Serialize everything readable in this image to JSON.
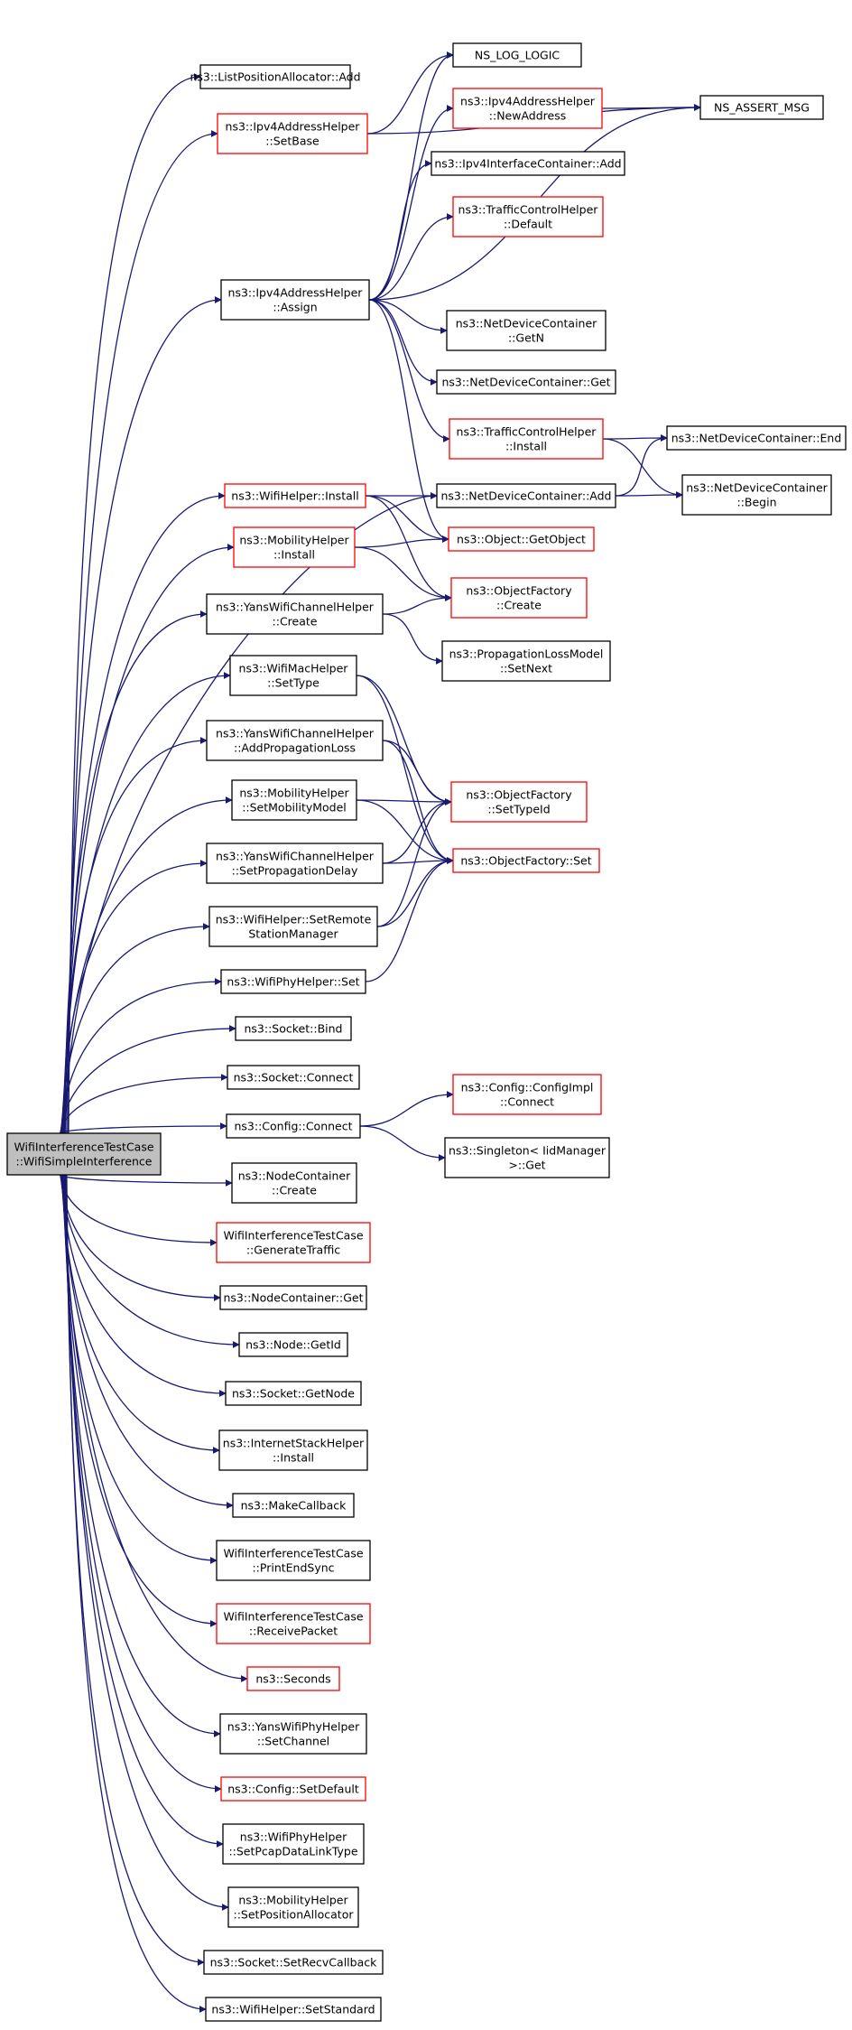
{
  "colors": {
    "edge": "#191970",
    "node_fill": "#ffffff",
    "node_border": "#000000",
    "node_border_missing": "#ff0000",
    "root_fill": "#bfbfbf"
  },
  "nodes": [
    {
      "id": "root",
      "lines": [
        "WifiInterferenceTestCase",
        "::WifiSimpleInterference"
      ],
      "status": "root"
    },
    {
      "id": "list_pos_add",
      "lines": [
        "ns3::ListPositionAllocator::Add"
      ],
      "status": "normal"
    },
    {
      "id": "ipv4ah_setbase",
      "lines": [
        "ns3::Ipv4AddressHelper",
        "::SetBase"
      ],
      "status": "truncated"
    },
    {
      "id": "ns_log_logic",
      "lines": [
        "NS_LOG_LOGIC"
      ],
      "status": "normal"
    },
    {
      "id": "ipv4ah_newaddress",
      "lines": [
        "ns3::Ipv4AddressHelper",
        "::NewAddress"
      ],
      "status": "truncated"
    },
    {
      "id": "ns_assert_msg",
      "lines": [
        "NS_ASSERT_MSG"
      ],
      "status": "normal"
    },
    {
      "id": "ipv4ic_add",
      "lines": [
        "ns3::Ipv4InterfaceContainer::Add"
      ],
      "status": "normal"
    },
    {
      "id": "tch_default",
      "lines": [
        "ns3::TrafficControlHelper",
        "::Default"
      ],
      "status": "truncated"
    },
    {
      "id": "ipv4ah_assign",
      "lines": [
        "ns3::Ipv4AddressHelper",
        "::Assign"
      ],
      "status": "normal"
    },
    {
      "id": "ndc_getn",
      "lines": [
        "ns3::NetDeviceContainer",
        "::GetN"
      ],
      "status": "normal"
    },
    {
      "id": "ndc_get",
      "lines": [
        "ns3::NetDeviceContainer::Get"
      ],
      "status": "normal"
    },
    {
      "id": "tch_install",
      "lines": [
        "ns3::TrafficControlHelper",
        "::Install"
      ],
      "status": "truncated"
    },
    {
      "id": "ndc_end",
      "lines": [
        "ns3::NetDeviceContainer::End"
      ],
      "status": "normal"
    },
    {
      "id": "wifih_install",
      "lines": [
        "ns3::WifiHelper::Install"
      ],
      "status": "truncated"
    },
    {
      "id": "ndc_add",
      "lines": [
        "ns3::NetDeviceContainer::Add"
      ],
      "status": "normal"
    },
    {
      "id": "ndc_begin",
      "lines": [
        "ns3::NetDeviceContainer",
        "::Begin"
      ],
      "status": "normal"
    },
    {
      "id": "obj_getobject",
      "lines": [
        "ns3::Object::GetObject"
      ],
      "status": "truncated"
    },
    {
      "id": "mobh_install",
      "lines": [
        "ns3::MobilityHelper",
        "::Install"
      ],
      "status": "truncated"
    },
    {
      "id": "objf_create",
      "lines": [
        "ns3::ObjectFactory",
        "::Create"
      ],
      "status": "truncated"
    },
    {
      "id": "ywch_create",
      "lines": [
        "ns3::YansWifiChannelHelper",
        "::Create"
      ],
      "status": "normal"
    },
    {
      "id": "plm_setnext",
      "lines": [
        "ns3::PropagationLossModel",
        "::SetNext"
      ],
      "status": "normal"
    },
    {
      "id": "wmh_settype",
      "lines": [
        "ns3::WifiMacHelper",
        "::SetType"
      ],
      "status": "normal"
    },
    {
      "id": "ywch_addproploss",
      "lines": [
        "ns3::YansWifiChannelHelper",
        "::AddPropagationLoss"
      ],
      "status": "normal"
    },
    {
      "id": "objf_settypeid",
      "lines": [
        "ns3::ObjectFactory",
        "::SetTypeId"
      ],
      "status": "truncated"
    },
    {
      "id": "mobh_setmobmodel",
      "lines": [
        "ns3::MobilityHelper",
        "::SetMobilityModel"
      ],
      "status": "normal"
    },
    {
      "id": "ywch_setpropdelay",
      "lines": [
        "ns3::YansWifiChannelHelper",
        "::SetPropagationDelay"
      ],
      "status": "normal"
    },
    {
      "id": "objf_set",
      "lines": [
        "ns3::ObjectFactory::Set"
      ],
      "status": "truncated"
    },
    {
      "id": "wifih_setremote",
      "lines": [
        "ns3::WifiHelper::SetRemote",
        "StationManager"
      ],
      "status": "normal"
    },
    {
      "id": "wph_set",
      "lines": [
        "ns3::WifiPhyHelper::Set"
      ],
      "status": "normal"
    },
    {
      "id": "sock_bind",
      "lines": [
        "ns3::Socket::Bind"
      ],
      "status": "normal"
    },
    {
      "id": "sock_connect",
      "lines": [
        "ns3::Socket::Connect"
      ],
      "status": "normal"
    },
    {
      "id": "cfg_configimpl_connect",
      "lines": [
        "ns3::Config::ConfigImpl",
        "::Connect"
      ],
      "status": "truncated"
    },
    {
      "id": "cfg_connect",
      "lines": [
        "ns3::Config::Connect"
      ],
      "status": "normal"
    },
    {
      "id": "singleton_get",
      "lines": [
        "ns3::Singleton< IidManager",
        ">::Get"
      ],
      "status": "normal"
    },
    {
      "id": "nc_create",
      "lines": [
        "ns3::NodeContainer",
        "::Create"
      ],
      "status": "normal"
    },
    {
      "id": "witc_gentraffic",
      "lines": [
        "WifiInterferenceTestCase",
        "::GenerateTraffic"
      ],
      "status": "truncated"
    },
    {
      "id": "nc_get",
      "lines": [
        "ns3::NodeContainer::Get"
      ],
      "status": "normal"
    },
    {
      "id": "node_getid",
      "lines": [
        "ns3::Node::GetId"
      ],
      "status": "normal"
    },
    {
      "id": "sock_getnode",
      "lines": [
        "ns3::Socket::GetNode"
      ],
      "status": "normal"
    },
    {
      "id": "ish_install",
      "lines": [
        "ns3::InternetStackHelper",
        "::Install"
      ],
      "status": "normal"
    },
    {
      "id": "makecallback",
      "lines": [
        "ns3::MakeCallback"
      ],
      "status": "normal"
    },
    {
      "id": "witc_printendsync",
      "lines": [
        "WifiInterferenceTestCase",
        "::PrintEndSync"
      ],
      "status": "normal"
    },
    {
      "id": "witc_receivepacket",
      "lines": [
        "WifiInterferenceTestCase",
        "::ReceivePacket"
      ],
      "status": "truncated"
    },
    {
      "id": "seconds",
      "lines": [
        "ns3::Seconds"
      ],
      "status": "truncated"
    },
    {
      "id": "ywph_setchannel",
      "lines": [
        "ns3::YansWifiPhyHelper",
        "::SetChannel"
      ],
      "status": "normal"
    },
    {
      "id": "cfg_setdefault",
      "lines": [
        "ns3::Config::SetDefault"
      ],
      "status": "truncated"
    },
    {
      "id": "wph_setpcap",
      "lines": [
        "ns3::WifiPhyHelper",
        "::SetPcapDataLinkType"
      ],
      "status": "normal"
    },
    {
      "id": "mobh_setposalloc",
      "lines": [
        "ns3::MobilityHelper",
        "::SetPositionAllocator"
      ],
      "status": "normal"
    },
    {
      "id": "sock_setrecvcb",
      "lines": [
        "ns3::Socket::SetRecvCallback"
      ],
      "status": "normal"
    },
    {
      "id": "wifih_setstandard",
      "lines": [
        "ns3::WifiHelper::SetStandard"
      ],
      "status": "normal"
    }
  ],
  "edges": [
    [
      "root",
      "list_pos_add"
    ],
    [
      "root",
      "ipv4ah_setbase"
    ],
    [
      "root",
      "ipv4ah_assign"
    ],
    [
      "root",
      "ndc_add"
    ],
    [
      "root",
      "wifih_install"
    ],
    [
      "root",
      "mobh_install"
    ],
    [
      "root",
      "ywch_create"
    ],
    [
      "root",
      "wmh_settype"
    ],
    [
      "root",
      "ywch_addproploss"
    ],
    [
      "root",
      "mobh_setmobmodel"
    ],
    [
      "root",
      "ywch_setpropdelay"
    ],
    [
      "root",
      "wifih_setremote"
    ],
    [
      "root",
      "wph_set"
    ],
    [
      "root",
      "sock_bind"
    ],
    [
      "root",
      "sock_connect"
    ],
    [
      "root",
      "cfg_connect"
    ],
    [
      "root",
      "nc_create"
    ],
    [
      "root",
      "witc_gentraffic"
    ],
    [
      "root",
      "nc_get"
    ],
    [
      "root",
      "node_getid"
    ],
    [
      "root",
      "sock_getnode"
    ],
    [
      "root",
      "ish_install"
    ],
    [
      "root",
      "makecallback"
    ],
    [
      "root",
      "witc_printendsync"
    ],
    [
      "root",
      "witc_receivepacket"
    ],
    [
      "root",
      "seconds"
    ],
    [
      "root",
      "ywph_setchannel"
    ],
    [
      "root",
      "cfg_setdefault"
    ],
    [
      "root",
      "wph_setpcap"
    ],
    [
      "root",
      "mobh_setposalloc"
    ],
    [
      "root",
      "sock_setrecvcb"
    ],
    [
      "root",
      "wifih_setstandard"
    ],
    [
      "ipv4ah_setbase",
      "ns_log_logic"
    ],
    [
      "ipv4ah_setbase",
      "ns_assert_msg"
    ],
    [
      "ipv4ah_assign",
      "ns_log_logic"
    ],
    [
      "ipv4ah_assign",
      "ipv4ah_newaddress"
    ],
    [
      "ipv4ah_assign",
      "ipv4ic_add"
    ],
    [
      "ipv4ah_assign",
      "tch_default"
    ],
    [
      "ipv4ah_assign",
      "ns_assert_msg"
    ],
    [
      "ipv4ah_assign",
      "ndc_getn"
    ],
    [
      "ipv4ah_assign",
      "ndc_get"
    ],
    [
      "ipv4ah_assign",
      "tch_install"
    ],
    [
      "ipv4ah_assign",
      "obj_getobject"
    ],
    [
      "ipv4ah_newaddress",
      "ns_assert_msg"
    ],
    [
      "tch_install",
      "ndc_end"
    ],
    [
      "tch_install",
      "ndc_begin"
    ],
    [
      "wifih_install",
      "ndc_add"
    ],
    [
      "wifih_install",
      "obj_getobject"
    ],
    [
      "wifih_install",
      "objf_create"
    ],
    [
      "ndc_add",
      "ndc_end"
    ],
    [
      "ndc_add",
      "ndc_begin"
    ],
    [
      "mobh_install",
      "obj_getobject"
    ],
    [
      "mobh_install",
      "objf_create"
    ],
    [
      "ywch_create",
      "objf_create"
    ],
    [
      "ywch_create",
      "plm_setnext"
    ],
    [
      "wmh_settype",
      "objf_settypeid"
    ],
    [
      "wmh_settype",
      "objf_set"
    ],
    [
      "ywch_addproploss",
      "objf_settypeid"
    ],
    [
      "ywch_addproploss",
      "objf_set"
    ],
    [
      "mobh_setmobmodel",
      "objf_settypeid"
    ],
    [
      "mobh_setmobmodel",
      "objf_set"
    ],
    [
      "ywch_setpropdelay",
      "objf_settypeid"
    ],
    [
      "ywch_setpropdelay",
      "objf_set"
    ],
    [
      "wifih_setremote",
      "objf_settypeid"
    ],
    [
      "wifih_setremote",
      "objf_set"
    ],
    [
      "wph_set",
      "objf_set"
    ],
    [
      "cfg_connect",
      "cfg_configimpl_connect"
    ],
    [
      "cfg_connect",
      "singleton_get"
    ]
  ]
}
